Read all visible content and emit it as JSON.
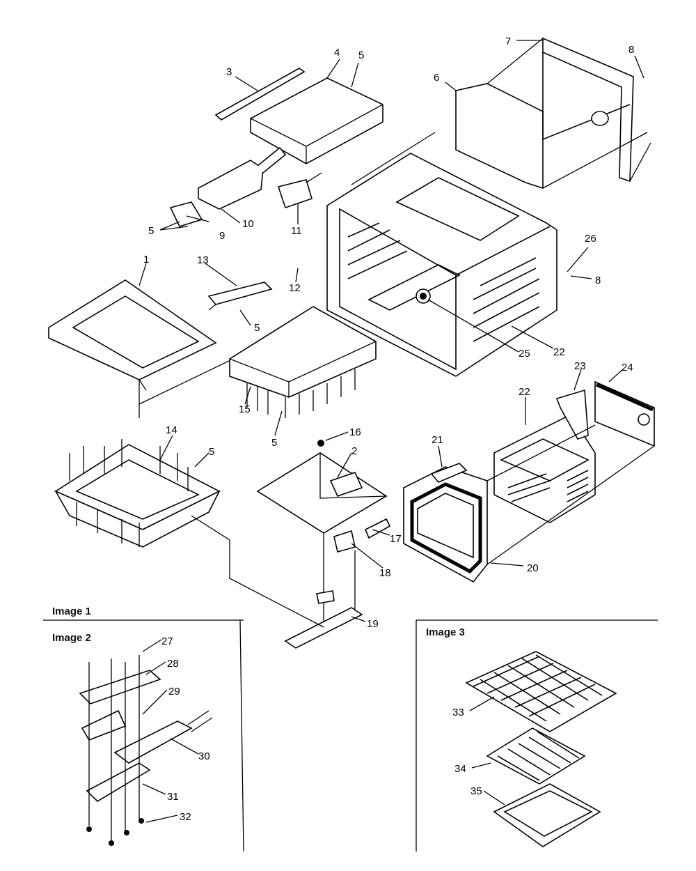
{
  "captions": {
    "image1": "Image 1",
    "image2": "Image 2",
    "image3": "Image 3"
  },
  "callouts": {
    "c1": "1",
    "c2": "2",
    "c3": "3",
    "c4": "4",
    "c5a": "5",
    "c5b": "5",
    "c5c": "5",
    "c5d": "5",
    "c5e": "5",
    "c6": "6",
    "c7": "7",
    "c8a": "8",
    "c8b": "8",
    "c9": "9",
    "c10": "10",
    "c11": "11",
    "c12": "12",
    "c13": "13",
    "c14": "14",
    "c15": "15",
    "c16": "16",
    "c17": "17",
    "c18": "18",
    "c19": "19",
    "c20": "20",
    "c21": "21",
    "c22a": "22",
    "c22b": "22",
    "c23": "23",
    "c24": "24",
    "c25": "25",
    "c26": "26",
    "c27": "27",
    "c28": "28",
    "c29": "29",
    "c30": "30",
    "c31": "31",
    "c32": "32",
    "c33": "33",
    "c34": "34",
    "c35": "35"
  }
}
